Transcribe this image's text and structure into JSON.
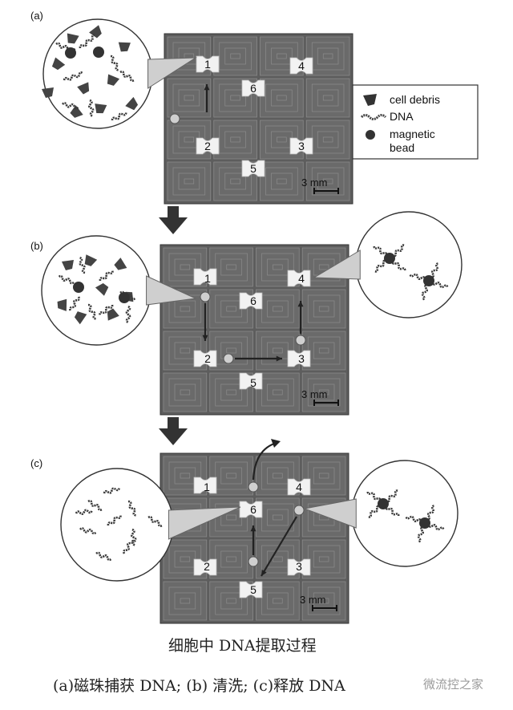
{
  "panels": [
    {
      "label": "(a)",
      "chamber_labels": [
        "1",
        "2",
        "3",
        "4",
        "5",
        "6"
      ],
      "scale": "3 mm"
    },
    {
      "label": "(b)",
      "chamber_labels": [
        "1",
        "2",
        "3",
        "4",
        "5",
        "6"
      ],
      "scale": "3 mm"
    },
    {
      "label": "(c)",
      "chamber_labels": [
        "1",
        "2",
        "3",
        "4",
        "5",
        "6"
      ],
      "scale": "3 mm"
    }
  ],
  "legend": {
    "items": [
      {
        "icon": "cell-debris-icon",
        "label": "cell debris"
      },
      {
        "icon": "dna-icon",
        "label": "DNA"
      },
      {
        "icon": "magnetic-bead-icon",
        "label": "magnetic",
        "label2": "bead"
      }
    ]
  },
  "caption": {
    "title": "细胞中 DNA提取过程",
    "sub": "(a)磁珠捕获 DNA; (b) 清洗; (c)释放 DNA"
  },
  "watermark": "微流控之家",
  "colors": {
    "chip_bg": "#5d5d5d",
    "cell_bg": "#6a6a6a",
    "bead": "#cfcfcf",
    "dark": "#222222"
  }
}
